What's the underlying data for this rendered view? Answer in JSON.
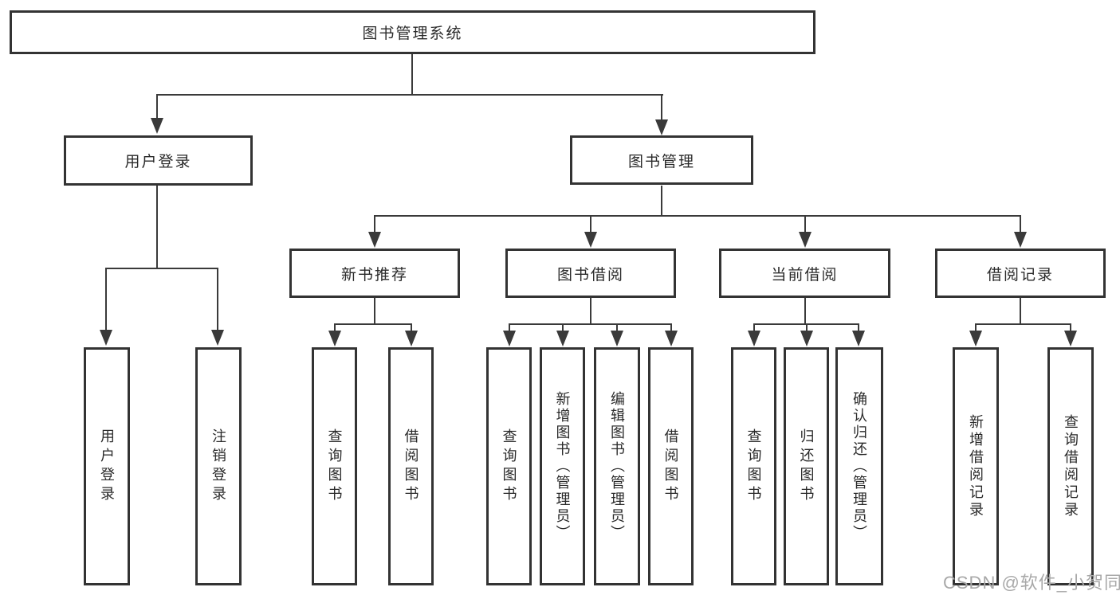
{
  "diagram": {
    "title_node": "图书管理系统",
    "nodes": {
      "user_login": {
        "label": "用户登录",
        "children": [
          "用户登录",
          "注销登录"
        ]
      },
      "book_management": {
        "label": "图书管理"
      },
      "new_book_recommend": {
        "label": "新书推荐",
        "children": [
          "查询图书",
          "借阅图书"
        ]
      },
      "book_borrow": {
        "label": "图书借阅",
        "children": [
          "查询图书",
          "新增图书（管理员）",
          "编辑图书（管理员）",
          "借阅图书"
        ]
      },
      "current_borrow": {
        "label": "当前借阅",
        "children": [
          "查询图书",
          "归还图书",
          "确认归还（管理员）"
        ]
      },
      "borrow_records": {
        "label": "借阅记录",
        "children": [
          "新增借阅记录",
          "查询借阅记录"
        ]
      }
    },
    "watermark": "CSDN @软件_小贺同学",
    "colors": {
      "line": "#3a3a3a",
      "box_border": "#333333",
      "text": "#2a2a2a",
      "background": "#ffffff",
      "watermark": "#a8a8a8"
    }
  }
}
